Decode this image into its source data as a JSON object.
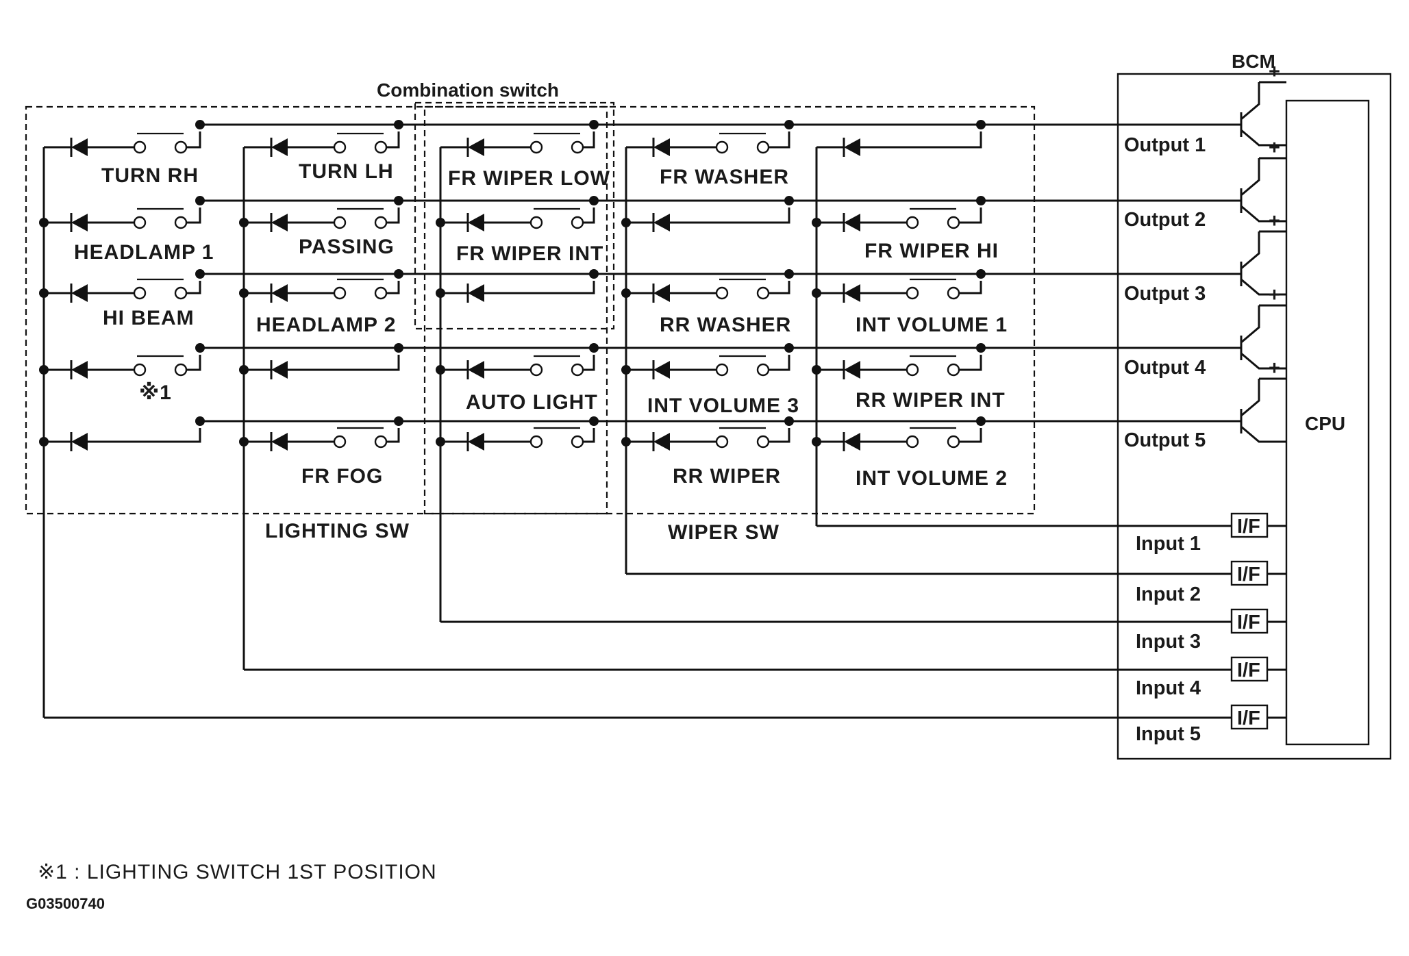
{
  "labels": {
    "combination_switch": "Combination switch",
    "bcm": "BCM",
    "cpu": "CPU",
    "lighting_sw": "LIGHTING SW",
    "wiper_sw": "WIPER SW",
    "if_box": "I/F",
    "plus": "+",
    "footnote": "※1 : LIGHTING SWITCH 1ST POSITION",
    "figure_code": "G03500740"
  },
  "outputs": [
    "Output 1",
    "Output 2",
    "Output 3",
    "Output 4",
    "Output 5"
  ],
  "inputs": [
    "Input 1",
    "Input 2",
    "Input 3",
    "Input 4",
    "Input 5"
  ],
  "switches": {
    "c1": [
      "TURN RH",
      "HEADLAMP 1",
      "HI BEAM",
      "※1",
      ""
    ],
    "c2": [
      "TURN LH",
      "PASSING",
      "HEADLAMP 2",
      "",
      "FR FOG"
    ],
    "c3": [
      "FR WIPER LOW",
      "FR WIPER INT",
      "",
      "AUTO LIGHT",
      ""
    ],
    "c4": [
      "FR WASHER",
      "",
      "RR WASHER",
      "INT VOLUME 3",
      "RR WIPER"
    ],
    "c5": [
      "",
      "FR WIPER HI",
      "INT VOLUME 1",
      "RR WIPER INT",
      "INT VOLUME 2"
    ]
  }
}
